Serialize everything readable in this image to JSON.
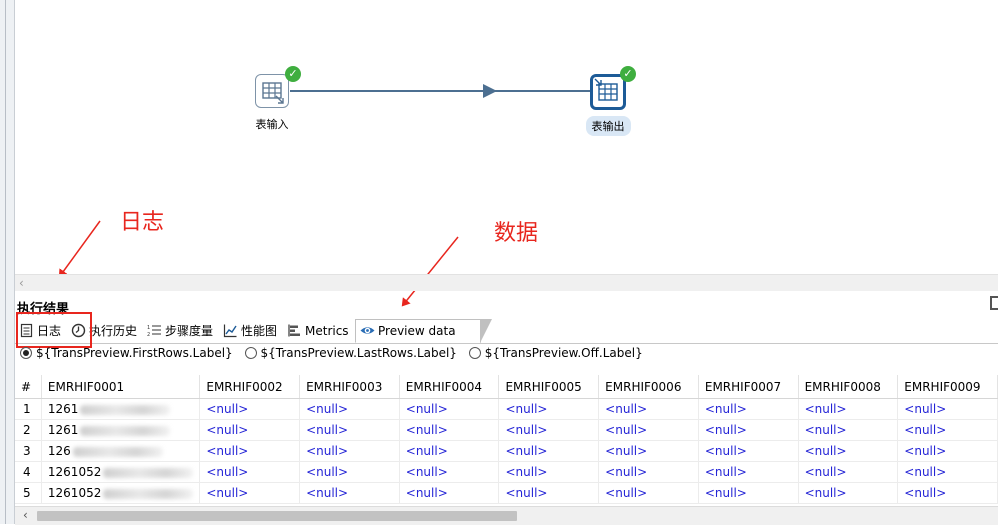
{
  "canvas": {
    "steps": [
      {
        "label": "表输入",
        "icon": "table-input-icon",
        "status": "success"
      },
      {
        "label": "表输出",
        "icon": "table-output-icon",
        "status": "success"
      }
    ]
  },
  "annotations": {
    "log_label": "日志",
    "data_label": "数据",
    "color": "#e8261e"
  },
  "results": {
    "title": "执行结果",
    "tabs": [
      {
        "label": "日志",
        "icon": "log-icon"
      },
      {
        "label": "执行历史",
        "icon": "history-icon"
      },
      {
        "label": "步骤度量",
        "icon": "step-metrics-icon"
      },
      {
        "label": "性能图",
        "icon": "performance-chart-icon"
      },
      {
        "label": "Metrics",
        "icon": "metrics-icon"
      },
      {
        "label": "Preview data",
        "icon": "eye-icon",
        "active": true
      }
    ],
    "preview_options": [
      {
        "label": "${TransPreview.FirstRows.Label}",
        "selected": true
      },
      {
        "label": "${TransPreview.LastRows.Label}",
        "selected": false
      },
      {
        "label": "${TransPreview.Off.Label}",
        "selected": false
      }
    ],
    "table": {
      "rownum_header": "#",
      "columns": [
        "EMRHIF0001",
        "EMRHIF0002",
        "EMRHIF0003",
        "EMRHIF0004",
        "EMRHIF0005",
        "EMRHIF0006",
        "EMRHIF0007",
        "EMRHIF0008",
        "EMRHIF0009"
      ],
      "rows": [
        {
          "num": "1",
          "first": "1261",
          "rest": [
            "<null>",
            "<null>",
            "<null>",
            "<null>",
            "<null>",
            "<null>",
            "<null>",
            "<null>"
          ]
        },
        {
          "num": "2",
          "first": "1261",
          "rest": [
            "<null>",
            "<null>",
            "<null>",
            "<null>",
            "<null>",
            "<null>",
            "<null>",
            "<null>"
          ]
        },
        {
          "num": "3",
          "first": "126",
          "rest": [
            "<null>",
            "<null>",
            "<null>",
            "<null>",
            "<null>",
            "<null>",
            "<null>",
            "<null>"
          ]
        },
        {
          "num": "4",
          "first": "1261052",
          "rest": [
            "<null>",
            "<null>",
            "<null>",
            "<null>",
            "<null>",
            "<null>",
            "<null>",
            "<null>"
          ]
        },
        {
          "num": "5",
          "first": "1261052",
          "rest": [
            "<null>",
            "<null>",
            "<null>",
            "<null>",
            "<null>",
            "<null>",
            "<null>",
            "<null>"
          ]
        }
      ]
    }
  },
  "colors": {
    "null_text": "#2424d6",
    "success": "#3fae3f",
    "selected_step_border": "#1d5b97",
    "hop": "#4c6f91"
  }
}
